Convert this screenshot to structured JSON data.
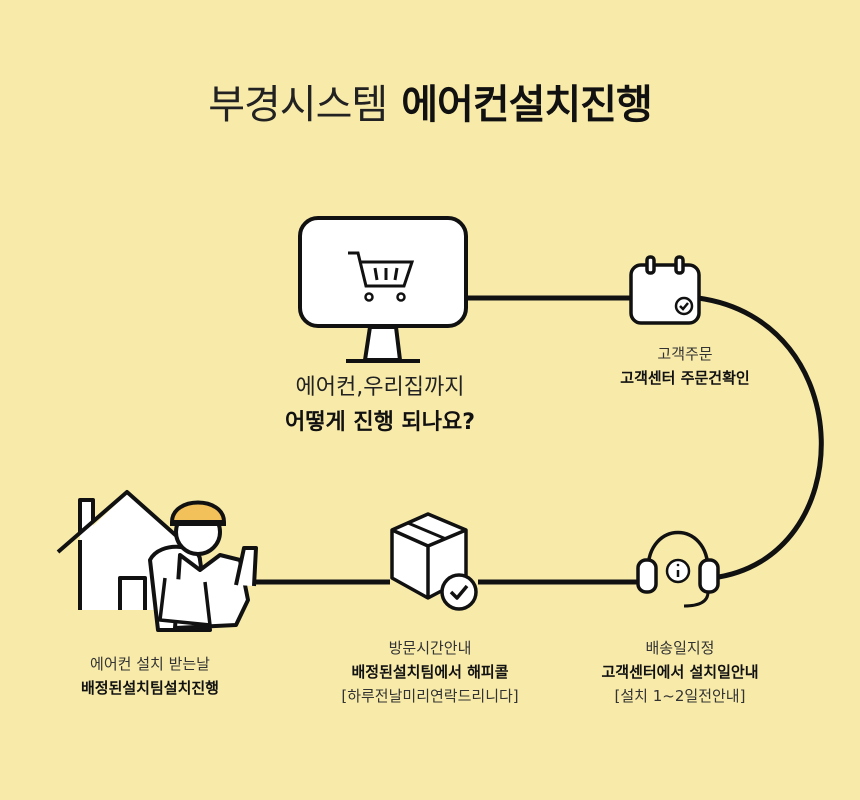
{
  "title": {
    "light": "부경시스템",
    "bold": "에어컨설치진행"
  },
  "question": {
    "line1": "에어컨,우리집까지",
    "line2": "어떻게 진행 되나요?"
  },
  "steps": [
    {
      "label": "고객주문",
      "desc": "고객센터 주문건확인",
      "note": ""
    },
    {
      "label": "배송일지정",
      "desc": "고객센터에서 설치일안내",
      "note": "[설치 1~2일전안내]"
    },
    {
      "label": "방문시간안내",
      "desc": "배정된설치팀에서 해피콜",
      "note": "[하루전날미리연락드리니다]"
    },
    {
      "label": "에어컨 설치 받는날",
      "desc": "배정된설치팀설치진행",
      "note": ""
    }
  ],
  "colors": {
    "background": "#F8EBAA",
    "line": "#111111",
    "icon_fill": "#FFFFFF",
    "helmet": "#F2C15A"
  }
}
